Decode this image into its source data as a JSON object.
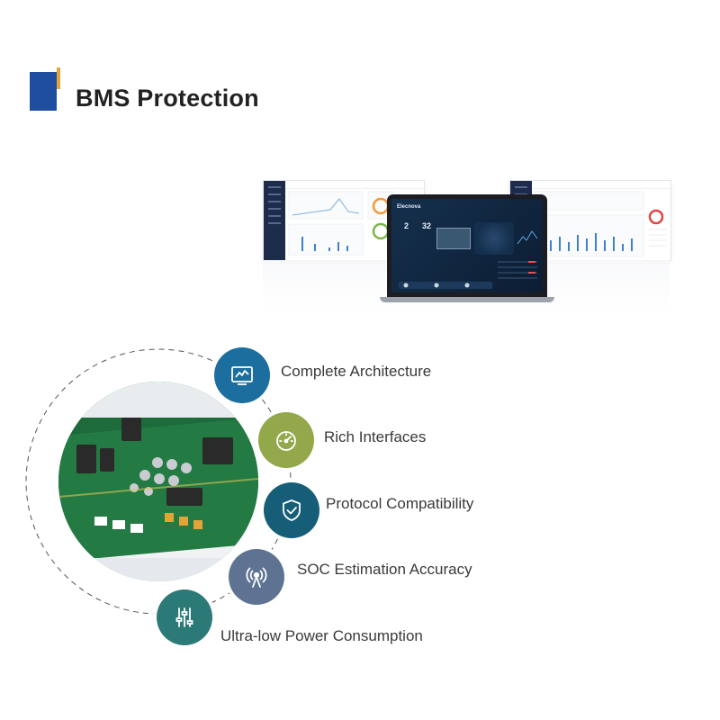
{
  "page": {
    "title": "BMS Protection"
  },
  "colors": {
    "title_block": "#1f4ea1",
    "title_accent": "#e0a43b",
    "architecture": "#1c6e9e",
    "interfaces": "#93a84a",
    "protocol": "#165d77",
    "soc": "#5d7391",
    "power": "#2c7a77"
  },
  "features": [
    {
      "label": "Complete Architecture",
      "icon": "monitor-chart-icon"
    },
    {
      "label": "Rich Interfaces",
      "icon": "gauge-icon"
    },
    {
      "label": "Protocol Compatibility",
      "icon": "shield-check-icon"
    },
    {
      "label": "SOC Estimation Accuracy",
      "icon": "signal-tower-icon"
    },
    {
      "label": "Ultra-low Power Consumption",
      "icon": "sliders-icon"
    }
  ],
  "dashboard": {
    "laptop_brand": "Elecnova",
    "stat_a": "2",
    "stat_b": "32"
  }
}
